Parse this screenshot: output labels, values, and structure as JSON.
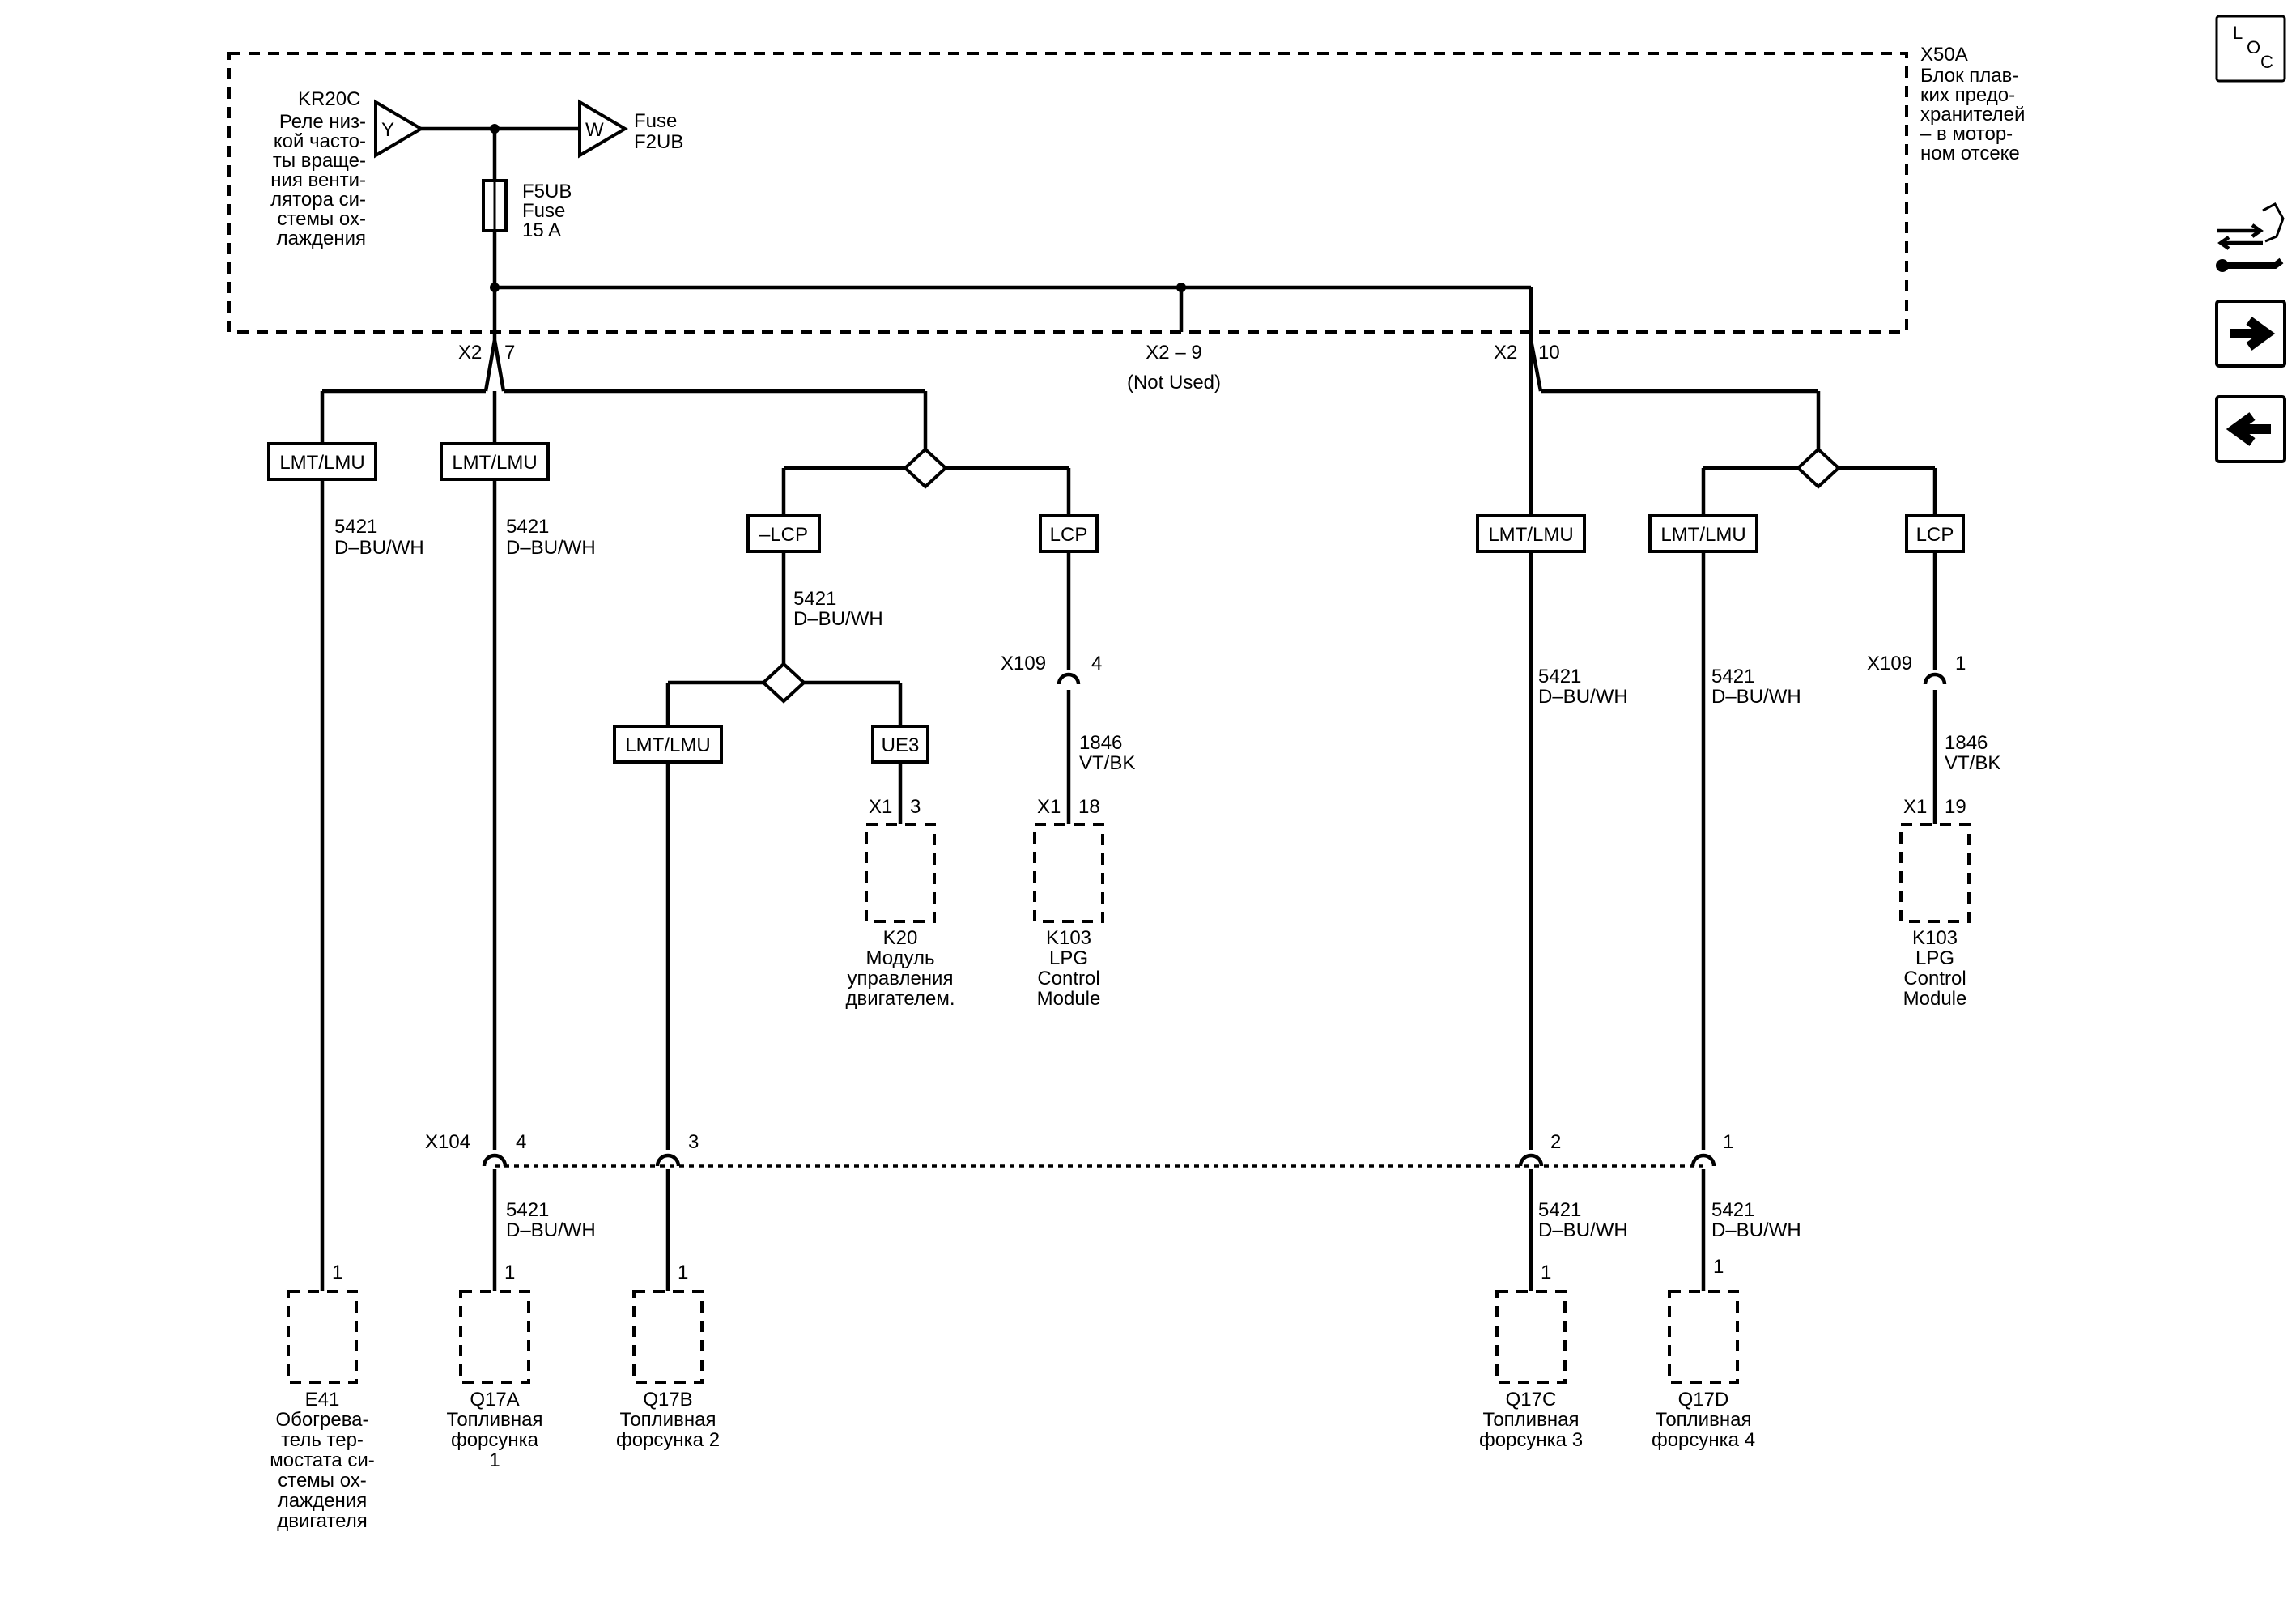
{
  "nav": {
    "loc_letters": [
      "L",
      "O",
      "C"
    ]
  },
  "fuse_block": {
    "name": "X50A",
    "desc": [
      "Блок плав-",
      "ких предо-",
      "хранителей",
      "– в мотор-",
      "ном отсеке"
    ]
  },
  "relay": {
    "name": "KR20C",
    "desc": [
      "Реле низ-",
      "кой часто-",
      "ты враще-",
      "ния венти-",
      "лятора си-",
      "стемы ох-",
      "лаждения"
    ],
    "pin_y": "Y"
  },
  "fuse_ref": {
    "pin": "W",
    "lines": [
      "Fuse",
      "F2UB"
    ]
  },
  "fuse_f5": {
    "lines": [
      "F5UB",
      "Fuse",
      "15 A"
    ]
  },
  "conn_x2": {
    "left_name": "X2",
    "left_pin": "7",
    "mid_label": "X2 – 9",
    "mid_note": "(Not Used)",
    "right_name": "X2",
    "right_pin": "10"
  },
  "options": {
    "lmt": "LMT/LMU",
    "nlcp": "–LCP",
    "lcp": "LCP",
    "ue3": "UE3"
  },
  "wires": {
    "w5421": [
      "5421",
      "D–BU/WH"
    ],
    "w1846": [
      "1846",
      "VT/BK"
    ]
  },
  "conn_x109": {
    "name": "X109",
    "pin_a": "4",
    "pin_b": "1"
  },
  "conn_x1": {
    "name": "X1",
    "pin_k20": "3",
    "pin_k103a": "18",
    "pin_k103b": "19"
  },
  "conn_x104": {
    "name": "X104",
    "pin_a": "4",
    "pin_b": "3",
    "pin_c": "2",
    "pin_d": "1"
  },
  "component_pin": "1",
  "components": {
    "k20": [
      "K20",
      "Модуль",
      "управления",
      "двигателем."
    ],
    "k103a": [
      "K103",
      "LPG",
      "Control",
      "Module"
    ],
    "k103b": [
      "K103",
      "LPG",
      "Control",
      "Module"
    ],
    "e41": [
      "E41",
      "Обогрева-",
      "тель тер-",
      "мостата си-",
      "стемы ох-",
      "лаждения",
      "двигателя"
    ],
    "q17a": [
      "Q17A",
      "Топливная",
      "форсунка",
      "1"
    ],
    "q17b": [
      "Q17B",
      "Топливная",
      "форсунка 2"
    ],
    "q17c": [
      "Q17C",
      "Топливная",
      "форсунка 3"
    ],
    "q17d": [
      "Q17D",
      "Топливная",
      "форсунка 4"
    ]
  }
}
